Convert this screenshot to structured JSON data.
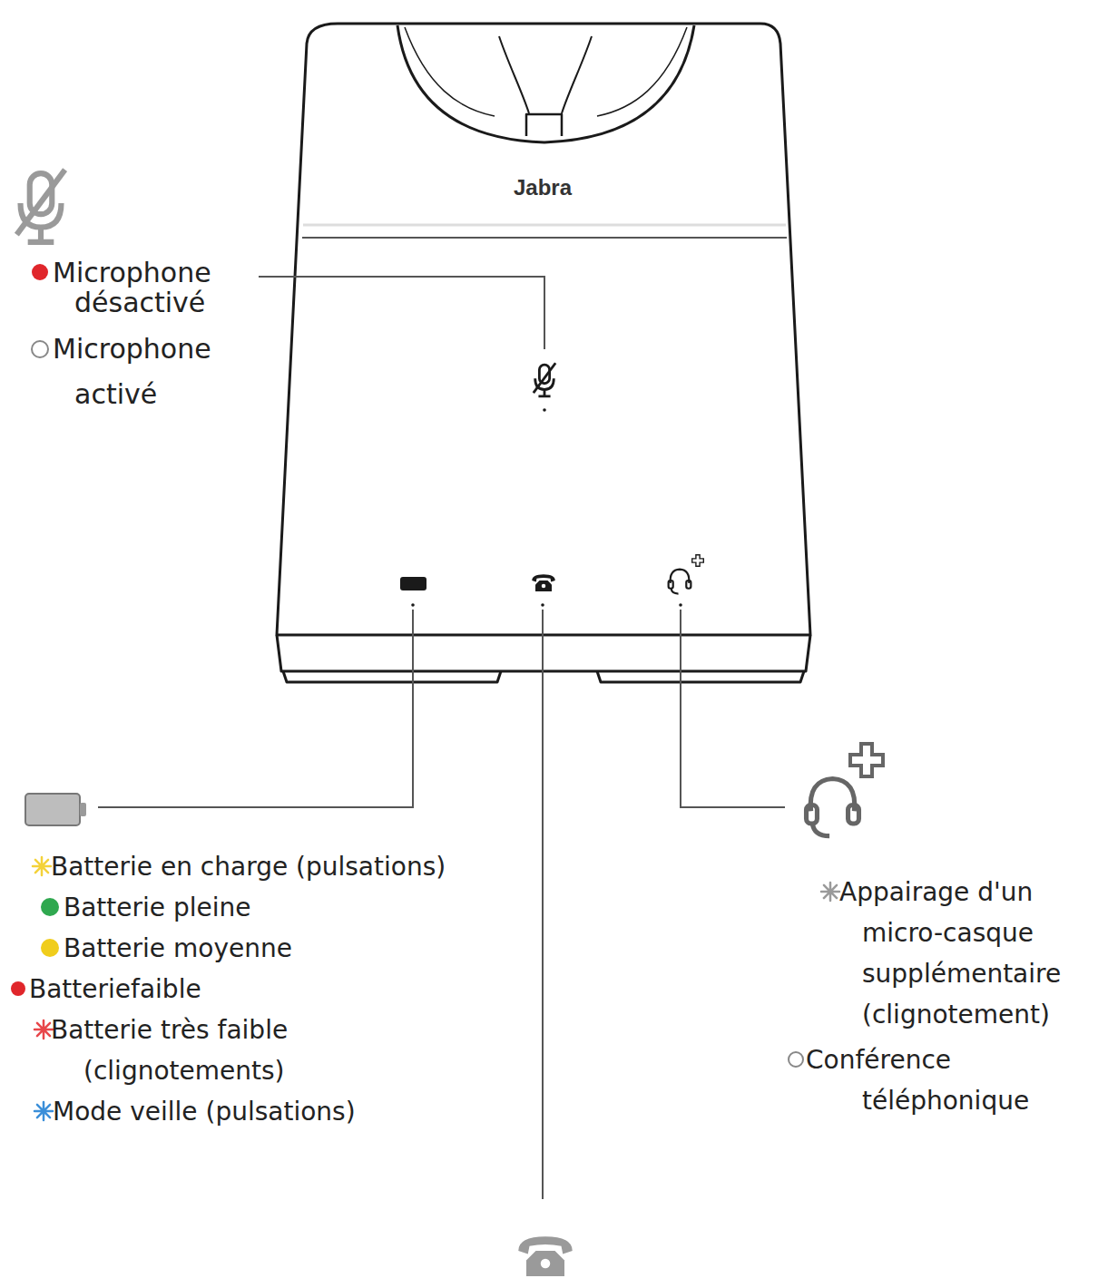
{
  "diagram": {
    "labels": [
      "Microphone désactivé",
      "Microphone activé",
      "Jabra",
      "Batterie en charge (pulsations)",
      "Batterie pleine",
      "Batterie moyenne",
      "Batteriefaible",
      "Batterie très faible (clignotements)",
      "Mode veille (pulsations)",
      "Appairage d'un micro-casque supplémentaire (clignotement)",
      "Conférence téléphonique"
    ]
  }
}
